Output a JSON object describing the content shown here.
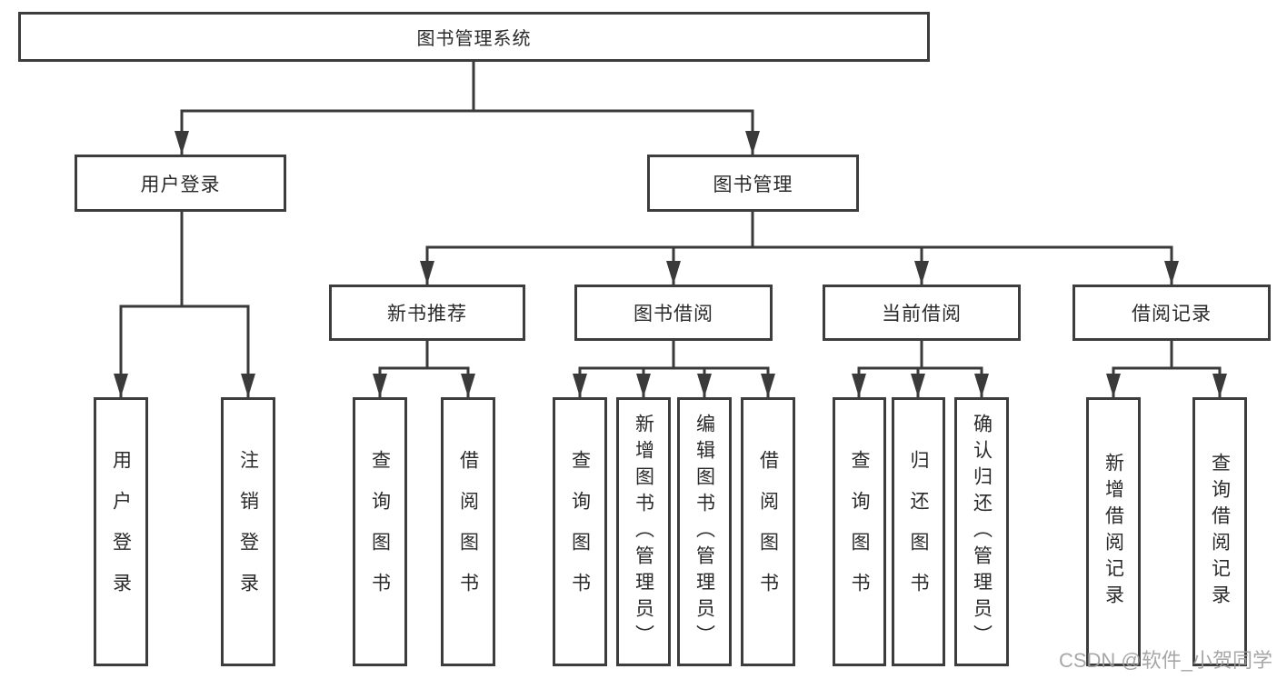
{
  "tree": {
    "root": "图书管理系统",
    "children": [
      {
        "label": "用户登录",
        "children": [
          {
            "label": "用户登录"
          },
          {
            "label": "注销登录"
          }
        ]
      },
      {
        "label": "图书管理",
        "children": [
          {
            "label": "新书推荐",
            "children": [
              {
                "label": "查询图书"
              },
              {
                "label": "借阅图书"
              }
            ]
          },
          {
            "label": "图书借阅",
            "children": [
              {
                "label": "查询图书"
              },
              {
                "label": "新增图书（管理员）"
              },
              {
                "label": "编辑图书（管理员）"
              },
              {
                "label": "借阅图书"
              }
            ]
          },
          {
            "label": "当前借阅",
            "children": [
              {
                "label": "查询图书"
              },
              {
                "label": "归还图书"
              },
              {
                "label": "确认归还（管理员）"
              }
            ]
          },
          {
            "label": "借阅记录",
            "children": [
              {
                "label": "新增借阅记录"
              },
              {
                "label": "查询借阅记录"
              }
            ]
          }
        ]
      }
    ]
  },
  "watermark": {
    "text": "CSDN @软件_小贺同学"
  },
  "colors": {
    "line": "#3a3a3a",
    "box_border": "#3d3d3d",
    "text": "#2a2a2a",
    "watermark": "#9e9e9e",
    "background": "#ffffff"
  }
}
